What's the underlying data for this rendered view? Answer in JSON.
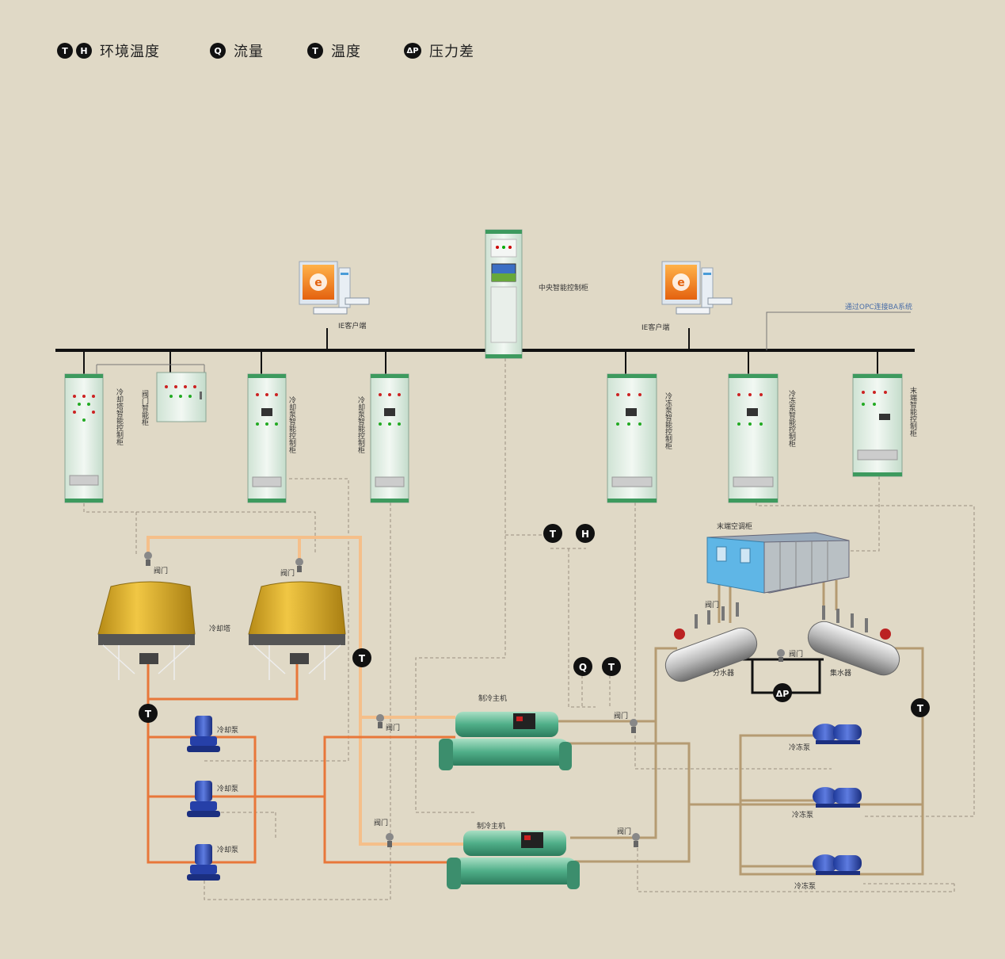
{
  "legend": [
    {
      "symbols": [
        "T",
        "H"
      ],
      "label": "环境温度"
    },
    {
      "symbols": [
        "Q"
      ],
      "label": "流量"
    },
    {
      "symbols": [
        "T"
      ],
      "label": "温度"
    },
    {
      "symbols": [
        "ΔP"
      ],
      "label": "压力差"
    }
  ],
  "network": {
    "central_cabinet": "中央智能控制柜",
    "ie_client_left": "IE客户端",
    "ie_client_right": "IE客户端",
    "opc_note": "通过OPC连接BA系统"
  },
  "cabinets": {
    "cooling_tower": "冷却塔智能控制柜",
    "valve": "阀门智能柜",
    "cooling_pump_1": "冷却泵智能控制柜",
    "cooling_pump_2": "冷却泵智能控制柜",
    "chilled_pump_1": "冷冻泵智能控制柜",
    "chilled_pump_2": "冷冻泵智能控制柜",
    "terminal": "末端智能控制柜"
  },
  "equipment": {
    "cooling_tower": "冷却塔",
    "valve": "阀门",
    "cooling_pump": "冷却泵",
    "chiller": "制冷主机",
    "chilled_pump": "冷冻泵",
    "ahu": "末端空调柜",
    "distributor": "分水器",
    "collector": "集水器"
  },
  "sensors": {
    "temperature": "T",
    "humidity": "H",
    "flow": "Q",
    "pressure_diff": "ΔP"
  },
  "colors": {
    "background": "#e0d9c6",
    "cooling_supply": "#f5bf8a",
    "cooling_return": "#e8773a",
    "chilled_water": "#b59b72",
    "bus": "#111111",
    "control_wire": "#9a9080"
  }
}
